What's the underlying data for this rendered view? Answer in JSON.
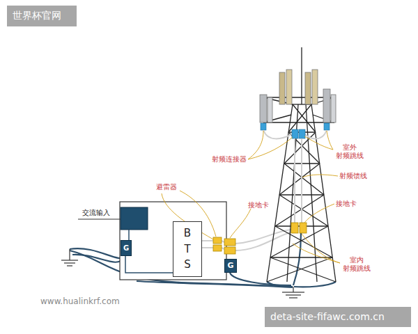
{
  "diagram": {
    "nodes": [
      {
        "text": [
          "B T S"
        ]
      },
      {
        "text": [
          "G"
        ]
      },
      {
        "text": [
          "G"
        ]
      }
    ],
    "labels": [
      "世界杯官网",
      "交流输入",
      "避雷器",
      "接地卡",
      "射频连接器",
      "室外 射频跳线",
      "射频馈线",
      "接地卡",
      "室内 射频跳线",
      "www.hualinkrf.com",
      "deta-site-fifawc.com.cn"
    ]
  }
}
